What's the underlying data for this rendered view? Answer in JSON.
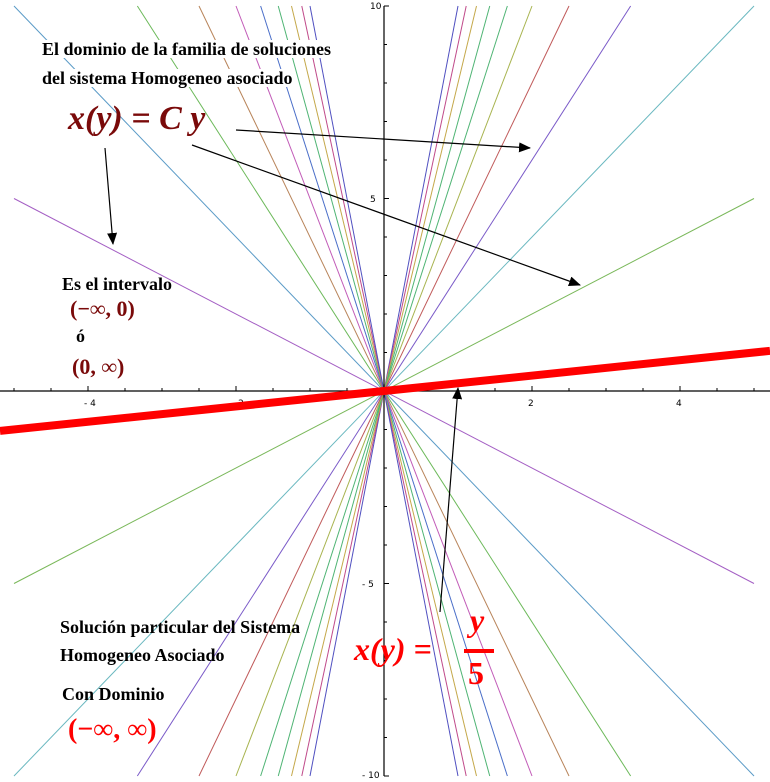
{
  "chart_data": {
    "type": "line",
    "title": "",
    "xlabel": "",
    "ylabel": "",
    "xlim": [
      -5.2,
      5.2
    ],
    "ylim": [
      -10,
      10
    ],
    "x_ticks": [
      "-4",
      "-2",
      "2",
      "4"
    ],
    "y_ticks": [
      "10",
      "5",
      "-5",
      "-10"
    ],
    "grid": false,
    "family": {
      "equation": "x(y) = C y",
      "C_values": [
        -1,
        -0.5,
        -0.3333,
        -0.25,
        -0.2,
        -0.1667,
        -0.1429,
        -0.125,
        -0.1111,
        -0.1,
        0.1,
        0.1111,
        0.125,
        0.1429,
        0.1667,
        0.2,
        0.25,
        0.3333,
        0.5,
        1
      ],
      "colors": [
        "#a45fc4",
        "#5b9bc7",
        "#6cb95a",
        "#b8845a",
        "#c25cb8",
        "#4a6ec8",
        "#4fb474",
        "#c4a84a",
        "#c04a8a",
        "#5050c0",
        "#5050c0",
        "#c04a8a",
        "#c4a84a",
        "#4fb474",
        "#4fb474",
        "#a8b450",
        "#c05a5a",
        "#7a5ac8",
        "#6ab8c0",
        "#7ab85a"
      ]
    },
    "particular": {
      "equation": "x(y) = y/5",
      "C": 5,
      "color": "#ff0000"
    }
  },
  "annotations": {
    "family_title_line1": "El dominio de la familia de soluciones",
    "family_title_line2": "del sistema Homogeneo asociado",
    "family_eq": "x(y) = C y",
    "interval_label": "Es el intervalo",
    "interval_neg": "(−∞, 0)",
    "or": "ó",
    "interval_pos": "(0, ∞)",
    "particular_line1": "Solución particular del Sistema",
    "particular_line2": "Homogeneo Asociado",
    "domain_label": "Con Dominio",
    "domain_value": "(−∞, ∞)",
    "particular_eq_lhs": "x(y) =",
    "particular_eq_num": "y",
    "particular_eq_den": "5"
  }
}
